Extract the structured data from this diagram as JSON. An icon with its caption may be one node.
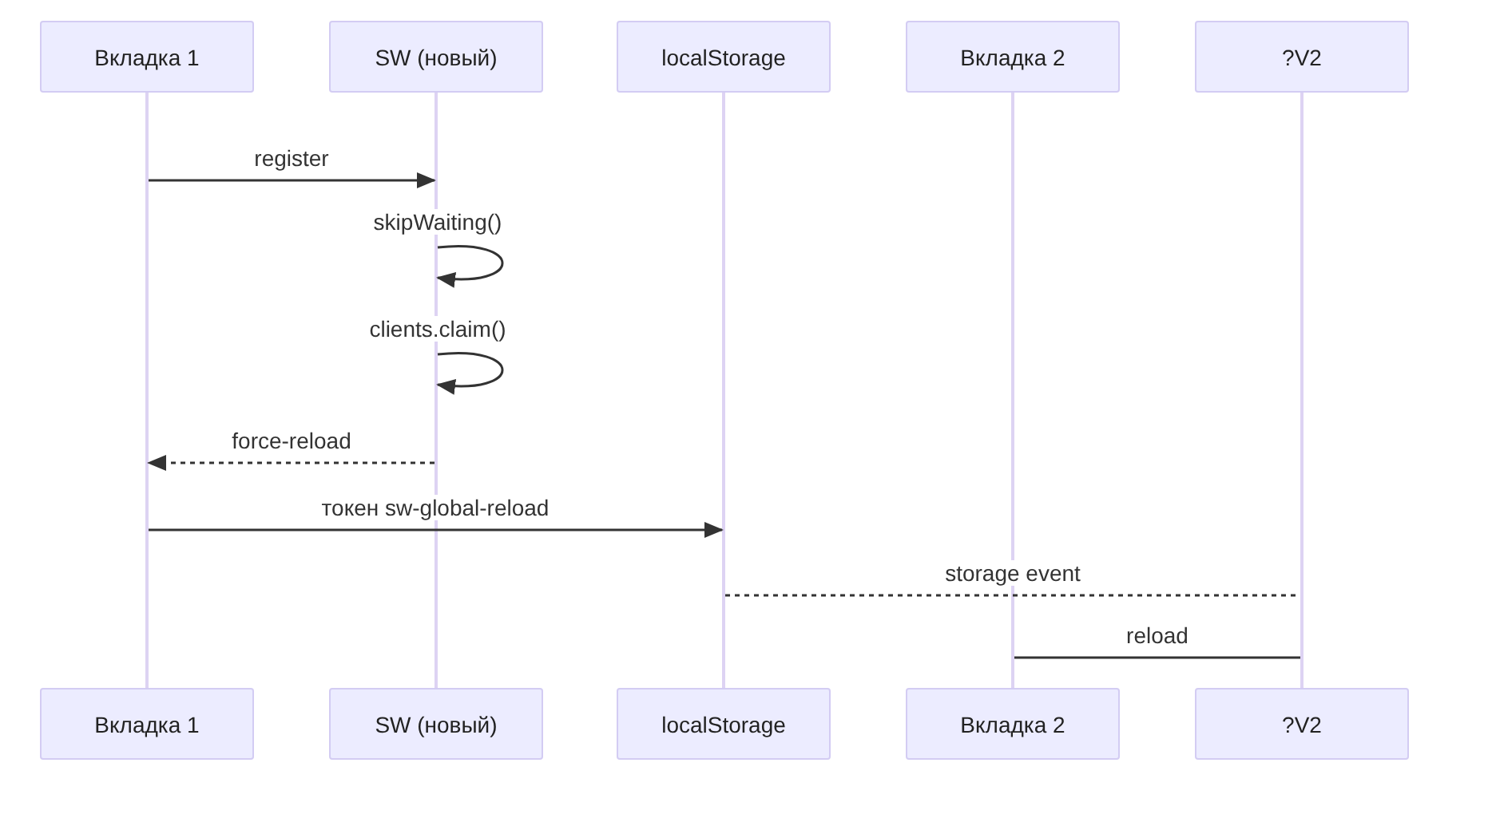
{
  "diagram": {
    "nodes": [
      {
        "text": [
          "Вкладка 1"
        ]
      },
      {
        "text": [
          "SW (новый)"
        ]
      },
      {
        "text": [
          "localStorage"
        ]
      },
      {
        "text": [
          "Вкладка 2"
        ]
      },
      {
        "text": [
          "?V2"
        ]
      },
      {
        "text": [],
        "shape": "line"
      },
      {
        "text": [],
        "shape": "line"
      },
      {
        "text": [],
        "shape": "line"
      },
      {
        "text": [],
        "shape": "line"
      },
      {
        "text": [],
        "shape": "line"
      },
      {
        "text": [
          "Вкладка 1"
        ]
      },
      {
        "text": [
          "SW (новый)"
        ]
      },
      {
        "text": [
          "localStorage"
        ]
      },
      {
        "text": [
          "Вкладка 2"
        ]
      },
      {
        "text": [
          "?V2"
        ]
      }
    ],
    "edges": [
      {
        "from": 5,
        "to": 6,
        "arrow": "to",
        "label": "register"
      },
      {
        "from": 6,
        "to": 6,
        "arrow": "to",
        "label": "skipWaiting()"
      },
      {
        "from": 6,
        "to": 6,
        "arrow": "to",
        "label": "clients.claim()"
      },
      {
        "from": 6,
        "to": 5,
        "arrow": "to",
        "label": "force-reload",
        "style": "dashed"
      },
      {
        "from": 5,
        "to": 7,
        "arrow": "to",
        "label": "токен sw-global-reload"
      },
      {
        "from": 7,
        "to": 9,
        "arrow": "none",
        "label": "storage event",
        "style": "dashed"
      },
      {
        "from": 8,
        "to": 9,
        "arrow": "none",
        "label": "reload"
      }
    ]
  }
}
